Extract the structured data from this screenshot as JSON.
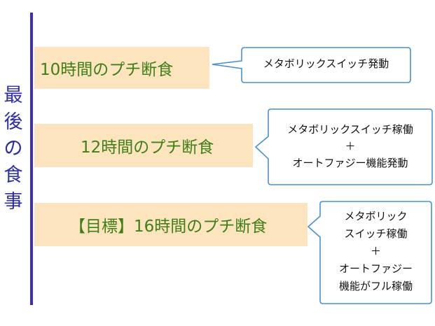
{
  "axis": {
    "label": [
      "最",
      "後",
      "の",
      "食",
      "事"
    ]
  },
  "stages": [
    {
      "title": "10時間のプチ断食",
      "effect_lines": [
        "メタボリックスイッチ発動"
      ]
    },
    {
      "title": "12時間のプチ断食",
      "effect_lines": [
        "メタボリックスイッチ稼働",
        "＋",
        "オートファジー機能発動"
      ]
    },
    {
      "title": "【目標】16時間のプチ断食",
      "effect_lines": [
        "メタボリック",
        "スイッチ稼働",
        "＋",
        "オートファジー",
        "機能がフル稼働"
      ]
    }
  ],
  "colors": {
    "timeline": "#3a2fc4",
    "axis_text": "#2e2ea6",
    "band_fill": "#fce4be",
    "band_text": "#3f7f16",
    "callout_border": "#4a90d0"
  }
}
